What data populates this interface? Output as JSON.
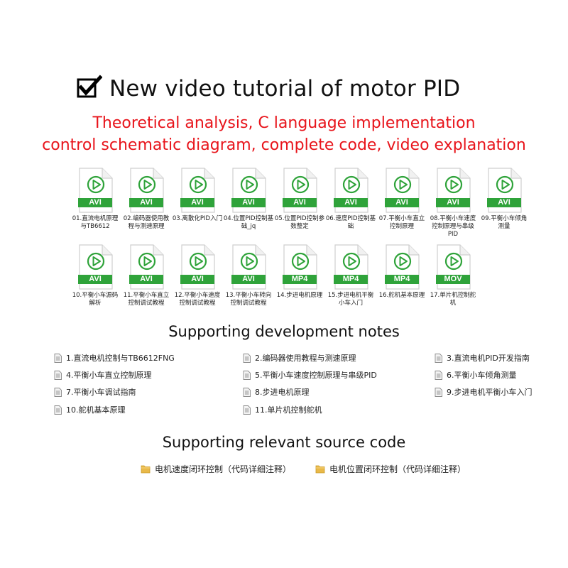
{
  "headline": "New video tutorial of motor PID",
  "subtitle_line1": "Theoretical analysis, C language implementation",
  "subtitle_line2": "control schematic diagram, complete code, video explanation",
  "colors": {
    "accent_red": "#e8141b",
    "file_green": "#2fa33a"
  },
  "files_row1": [
    {
      "type": "AVI",
      "name": "01.直流电机原理与TB6612"
    },
    {
      "type": "AVI",
      "name": "02.编码器使用教程与测速原理"
    },
    {
      "type": "AVI",
      "name": "03.离散化PID入门"
    },
    {
      "type": "AVI",
      "name": "04.位置PID控制基础_jq"
    },
    {
      "type": "AVI",
      "name": "05.位置PID控制参数整定"
    },
    {
      "type": "AVI",
      "name": "06.速度PID控制基础"
    },
    {
      "type": "AVI",
      "name": "07.平衡小车直立控制原理"
    },
    {
      "type": "AVI",
      "name": "08.平衡小车速度控制原理与串级PID"
    },
    {
      "type": "AVI",
      "name": "09.平衡小车倾角测量"
    }
  ],
  "files_row2": [
    {
      "type": "AVI",
      "name": "10.平衡小车源码解析"
    },
    {
      "type": "AVI",
      "name": "11.平衡小车直立控制调试教程"
    },
    {
      "type": "AVI",
      "name": "12.平衡小车速度控制调试教程"
    },
    {
      "type": "AVI",
      "name": "13.平衡小车转向控制调试教程"
    },
    {
      "type": "MP4",
      "name": "14.步进电机原理"
    },
    {
      "type": "MP4",
      "name": "15.步进电机平衡小车入门"
    },
    {
      "type": "MP4",
      "name": "16.舵机基本原理"
    },
    {
      "type": "MOV",
      "name": "17.单片机控制舵机"
    }
  ],
  "notes_title": "Supporting development notes",
  "notes": [
    "1.直流电机控制与TB6612FNG",
    "2.编码器使用教程与测速原理",
    "3.直流电机PID开发指南",
    "4.平衡小车直立控制原理",
    "5.平衡小车速度控制原理与串级PID",
    "6.平衡小车倾角测量",
    "7.平衡小车调试指南",
    "8.步进电机原理",
    "9.步进电机平衡小车入门",
    "10.舵机基本原理",
    "11.单片机控制舵机"
  ],
  "source_title": "Supporting relevant source code",
  "folders": [
    "电机速度闭环控制（代码详细注释）",
    "电机位置闭环控制（代码详细注释）"
  ],
  "icons": {
    "check": "checkbox-checked-icon",
    "video": "video-file-icon",
    "doc": "document-icon",
    "folder": "folder-icon"
  }
}
